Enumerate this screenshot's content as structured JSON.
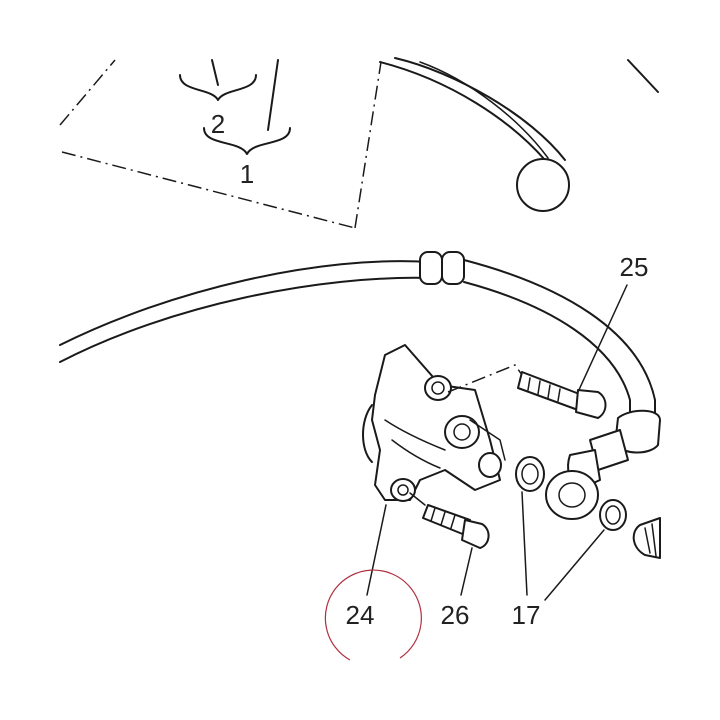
{
  "callouts": {
    "c1": "1",
    "c2": "2",
    "c17": "17",
    "c24": "24",
    "c25": "25",
    "c26": "26"
  },
  "colors": {
    "line": "#1a1a1a",
    "highlight_circle": "#b03040",
    "background": "#ffffff"
  }
}
